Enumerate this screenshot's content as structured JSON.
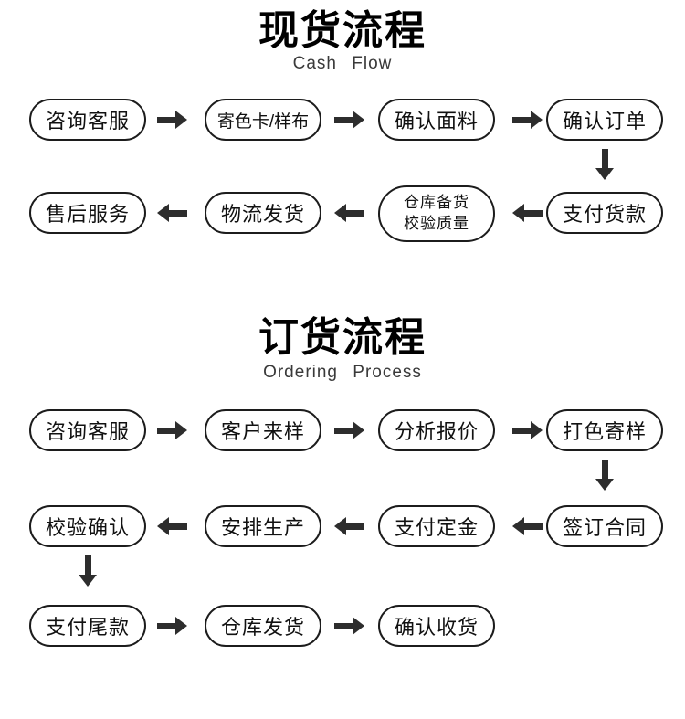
{
  "flow1": {
    "title": "现货流程",
    "subtitle": "Cash Flow",
    "steps": {
      "consult": "咨询客服",
      "send_color_card": "寄色卡/样布",
      "confirm_fabric": "确认面料",
      "confirm_order": "确认订单",
      "pay_goods": "支付货款",
      "warehouse_prepare": "仓库备货",
      "quality_check": "校验质量",
      "logistics_ship": "物流发货",
      "after_sales": "售后服务"
    }
  },
  "flow2": {
    "title": "订货流程",
    "subtitle": "Ordering Process",
    "steps": {
      "consult": "咨询客服",
      "customer_sample": "客户来样",
      "analyze_quote": "分析报价",
      "send_dyed_sample": "打色寄样",
      "sign_contract": "签订合同",
      "pay_deposit": "支付定金",
      "arrange_production": "安排生产",
      "verify_confirm": "校验确认",
      "pay_balance": "支付尾款",
      "warehouse_ship": "仓库发货",
      "confirm_receipt": "确认收货"
    }
  },
  "colors": {
    "ink": "#111111",
    "border": "#1c1c1c",
    "arrow": "#2d2d2d",
    "background": "#ffffff"
  }
}
